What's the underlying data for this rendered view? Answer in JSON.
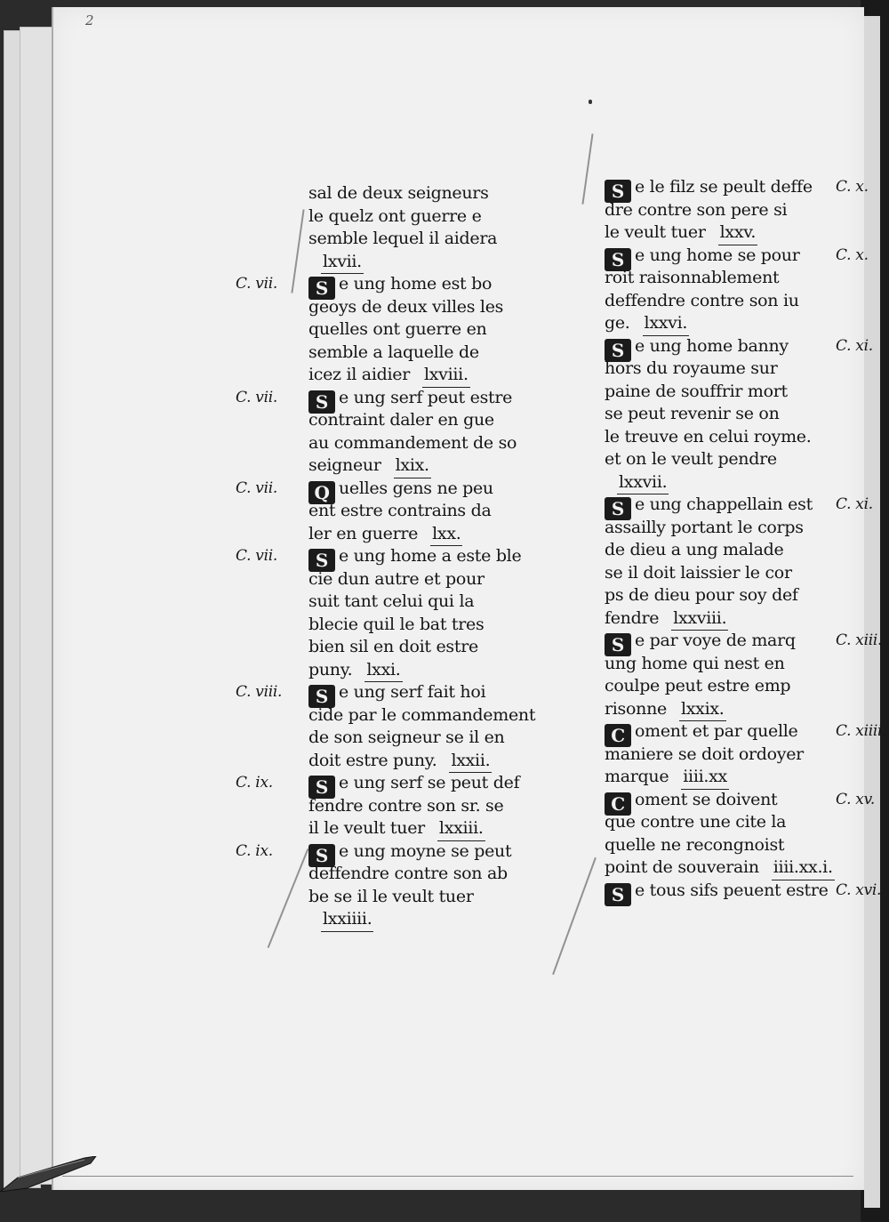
{
  "page": {
    "folio": "2"
  },
  "left_column": [
    {
      "text": "sal de deux seigneurs",
      "chapter": "",
      "initial": "",
      "ref": ""
    },
    {
      "text": "le quelz ont guerre e",
      "chapter": "",
      "initial": "",
      "ref": ""
    },
    {
      "text": "semble lequel il aidera",
      "chapter": "",
      "initial": "",
      "ref": ""
    },
    {
      "text": "",
      "chapter": "",
      "initial": "",
      "ref": "lxvii."
    },
    {
      "text": "e ung home est bo",
      "chapter": "C. vii.",
      "initial": "S",
      "ref": ""
    },
    {
      "text": "geoys de deux villes les",
      "chapter": "",
      "initial": "",
      "ref": ""
    },
    {
      "text": "quelles ont guerre en",
      "chapter": "",
      "initial": "",
      "ref": ""
    },
    {
      "text": "semble a laquelle de",
      "chapter": "",
      "initial": "",
      "ref": ""
    },
    {
      "text": "icez il aidier",
      "chapter": "",
      "initial": "",
      "ref": "lxviii."
    },
    {
      "text": "e ung serf peut estre",
      "chapter": "C. vii.",
      "initial": "S",
      "ref": ""
    },
    {
      "text": "contraint daler en gue",
      "chapter": "",
      "initial": "",
      "ref": ""
    },
    {
      "text": "au commandement de so",
      "chapter": "",
      "initial": "",
      "ref": ""
    },
    {
      "text": "seigneur",
      "chapter": "",
      "initial": "",
      "ref": "lxix."
    },
    {
      "text": "uelles gens ne peu",
      "chapter": "C. vii.",
      "initial": "Q",
      "ref": ""
    },
    {
      "text": "ent estre contrains da",
      "chapter": "",
      "initial": "",
      "ref": ""
    },
    {
      "text": "ler en guerre",
      "chapter": "",
      "initial": "",
      "ref": "lxx."
    },
    {
      "text": "e ung home a este ble",
      "chapter": "C. vii.",
      "initial": "S",
      "ref": ""
    },
    {
      "text": "cie dun autre et pour",
      "chapter": "",
      "initial": "",
      "ref": ""
    },
    {
      "text": "suit tant celui qui la",
      "chapter": "",
      "initial": "",
      "ref": ""
    },
    {
      "text": "blecie quil le bat tres",
      "chapter": "",
      "initial": "",
      "ref": ""
    },
    {
      "text": "bien sil en doit estre",
      "chapter": "",
      "initial": "",
      "ref": ""
    },
    {
      "text": "puny.",
      "chapter": "",
      "initial": "",
      "ref": "lxxi."
    },
    {
      "text": "e ung serf fait hoi",
      "chapter": "C. viii.",
      "initial": "S",
      "ref": ""
    },
    {
      "text": "cide par le commandement",
      "chapter": "",
      "initial": "",
      "ref": ""
    },
    {
      "text": "de son seigneur se il en",
      "chapter": "",
      "initial": "",
      "ref": ""
    },
    {
      "text": "doit estre puny.",
      "chapter": "",
      "initial": "",
      "ref": "lxxii."
    },
    {
      "text": "e ung serf se peut def",
      "chapter": "C. ix.",
      "initial": "S",
      "ref": ""
    },
    {
      "text": "fendre contre son sr. se",
      "chapter": "",
      "initial": "",
      "ref": ""
    },
    {
      "text": "il le veult tuer",
      "chapter": "",
      "initial": "",
      "ref": "lxxiii."
    },
    {
      "text": "e ung moyne se peut",
      "chapter": "C. ix.",
      "initial": "S",
      "ref": ""
    },
    {
      "text": "deffendre contre son ab",
      "chapter": "",
      "initial": "",
      "ref": ""
    },
    {
      "text": "be se il le veult tuer",
      "chapter": "",
      "initial": "",
      "ref": ""
    },
    {
      "text": "",
      "chapter": "",
      "initial": "",
      "ref": "lxxiiii."
    }
  ],
  "right_column": [
    {
      "text": "e le filz se peult deffe",
      "chapter": "C. x.",
      "initial": "S",
      "ref": ""
    },
    {
      "text": "dre contre son pere si",
      "chapter": "",
      "initial": "",
      "ref": ""
    },
    {
      "text": "le veult tuer",
      "chapter": "",
      "initial": "",
      "ref": "lxxv."
    },
    {
      "text": "e ung home se pour",
      "chapter": "C. x.",
      "initial": "S",
      "ref": ""
    },
    {
      "text": "roit raisonnablement",
      "chapter": "",
      "initial": "",
      "ref": ""
    },
    {
      "text": "deffendre contre son iu",
      "chapter": "",
      "initial": "",
      "ref": ""
    },
    {
      "text": "ge.",
      "chapter": "",
      "initial": "",
      "ref": "lxxvi."
    },
    {
      "text": "e ung home banny",
      "chapter": "C. xi.",
      "initial": "S",
      "ref": ""
    },
    {
      "text": "hors du royaume sur",
      "chapter": "",
      "initial": "",
      "ref": ""
    },
    {
      "text": "paine de souffrir mort",
      "chapter": "",
      "initial": "",
      "ref": ""
    },
    {
      "text": "se peut revenir se on",
      "chapter": "",
      "initial": "",
      "ref": ""
    },
    {
      "text": "le treuve en celui royme.",
      "chapter": "",
      "initial": "",
      "ref": ""
    },
    {
      "text": "et on le veult pendre",
      "chapter": "",
      "initial": "",
      "ref": ""
    },
    {
      "text": "",
      "chapter": "",
      "initial": "",
      "ref": "lxxvii."
    },
    {
      "text": "e ung chappellain est",
      "chapter": "C. xi.",
      "initial": "S",
      "ref": ""
    },
    {
      "text": "assailly portant le corps",
      "chapter": "",
      "initial": "",
      "ref": ""
    },
    {
      "text": "de dieu a ung malade",
      "chapter": "",
      "initial": "",
      "ref": ""
    },
    {
      "text": "se il doit laissier le cor",
      "chapter": "",
      "initial": "",
      "ref": ""
    },
    {
      "text": "ps de dieu pour soy def",
      "chapter": "",
      "initial": "",
      "ref": ""
    },
    {
      "text": "fendre",
      "chapter": "",
      "initial": "",
      "ref": "lxxviii."
    },
    {
      "text": "e par voye de marq",
      "chapter": "C. xiii.",
      "initial": "S",
      "ref": ""
    },
    {
      "text": "ung home qui nest en",
      "chapter": "",
      "initial": "",
      "ref": ""
    },
    {
      "text": "coulpe peut estre emp",
      "chapter": "",
      "initial": "",
      "ref": ""
    },
    {
      "text": "risonne",
      "chapter": "",
      "initial": "",
      "ref": "lxxix."
    },
    {
      "text": "oment et par quelle",
      "chapter": "C. xiiii.",
      "initial": "C",
      "ref": ""
    },
    {
      "text": "maniere se doit ordoyer",
      "chapter": "",
      "initial": "",
      "ref": ""
    },
    {
      "text": "marque",
      "chapter": "",
      "initial": "",
      "ref": "iiii.xx"
    },
    {
      "text": "oment se doivent",
      "chapter": "C. xv.",
      "initial": "C",
      "ref": ""
    },
    {
      "text": "que contre une cite la",
      "chapter": "",
      "initial": "",
      "ref": ""
    },
    {
      "text": "quelle ne recongnoist",
      "chapter": "",
      "initial": "",
      "ref": ""
    },
    {
      "text": "point de souverain",
      "chapter": "",
      "initial": "",
      "ref": "iiii.xx.i."
    },
    {
      "text": "e tous sifs peuent estre",
      "chapter": "C. xvi.",
      "initial": "S",
      "ref": ""
    }
  ]
}
